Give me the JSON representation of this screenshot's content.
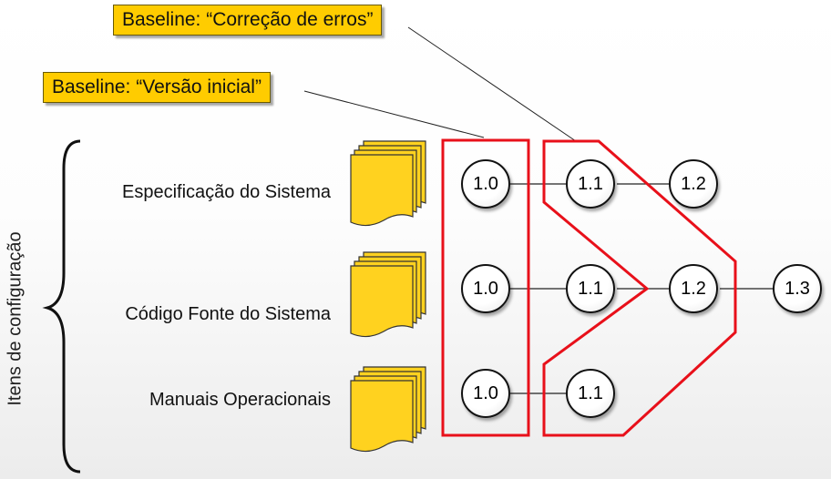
{
  "callouts": {
    "baseline_correcao": "Baseline: “Correção de erros”",
    "baseline_versao": "Baseline: “Versão inicial”"
  },
  "group_title": "Itens de configuração",
  "items": {
    "spec": {
      "label": "Especificação do Sistema",
      "versions": [
        "1.0",
        "1.1",
        "1.2"
      ]
    },
    "code": {
      "label": "Código Fonte do Sistema",
      "versions": [
        "1.0",
        "1.1",
        "1.2",
        "1.3"
      ]
    },
    "manual": {
      "label": "Manuais Operacionais",
      "versions": [
        "1.0",
        "1.1"
      ]
    }
  },
  "colors": {
    "callout_fill": "#ffcc00",
    "document_fill": "#ffd21f",
    "baseline_outline": "#e8101a"
  },
  "icons": [
    "document-stack-icon",
    "curly-brace-icon"
  ]
}
